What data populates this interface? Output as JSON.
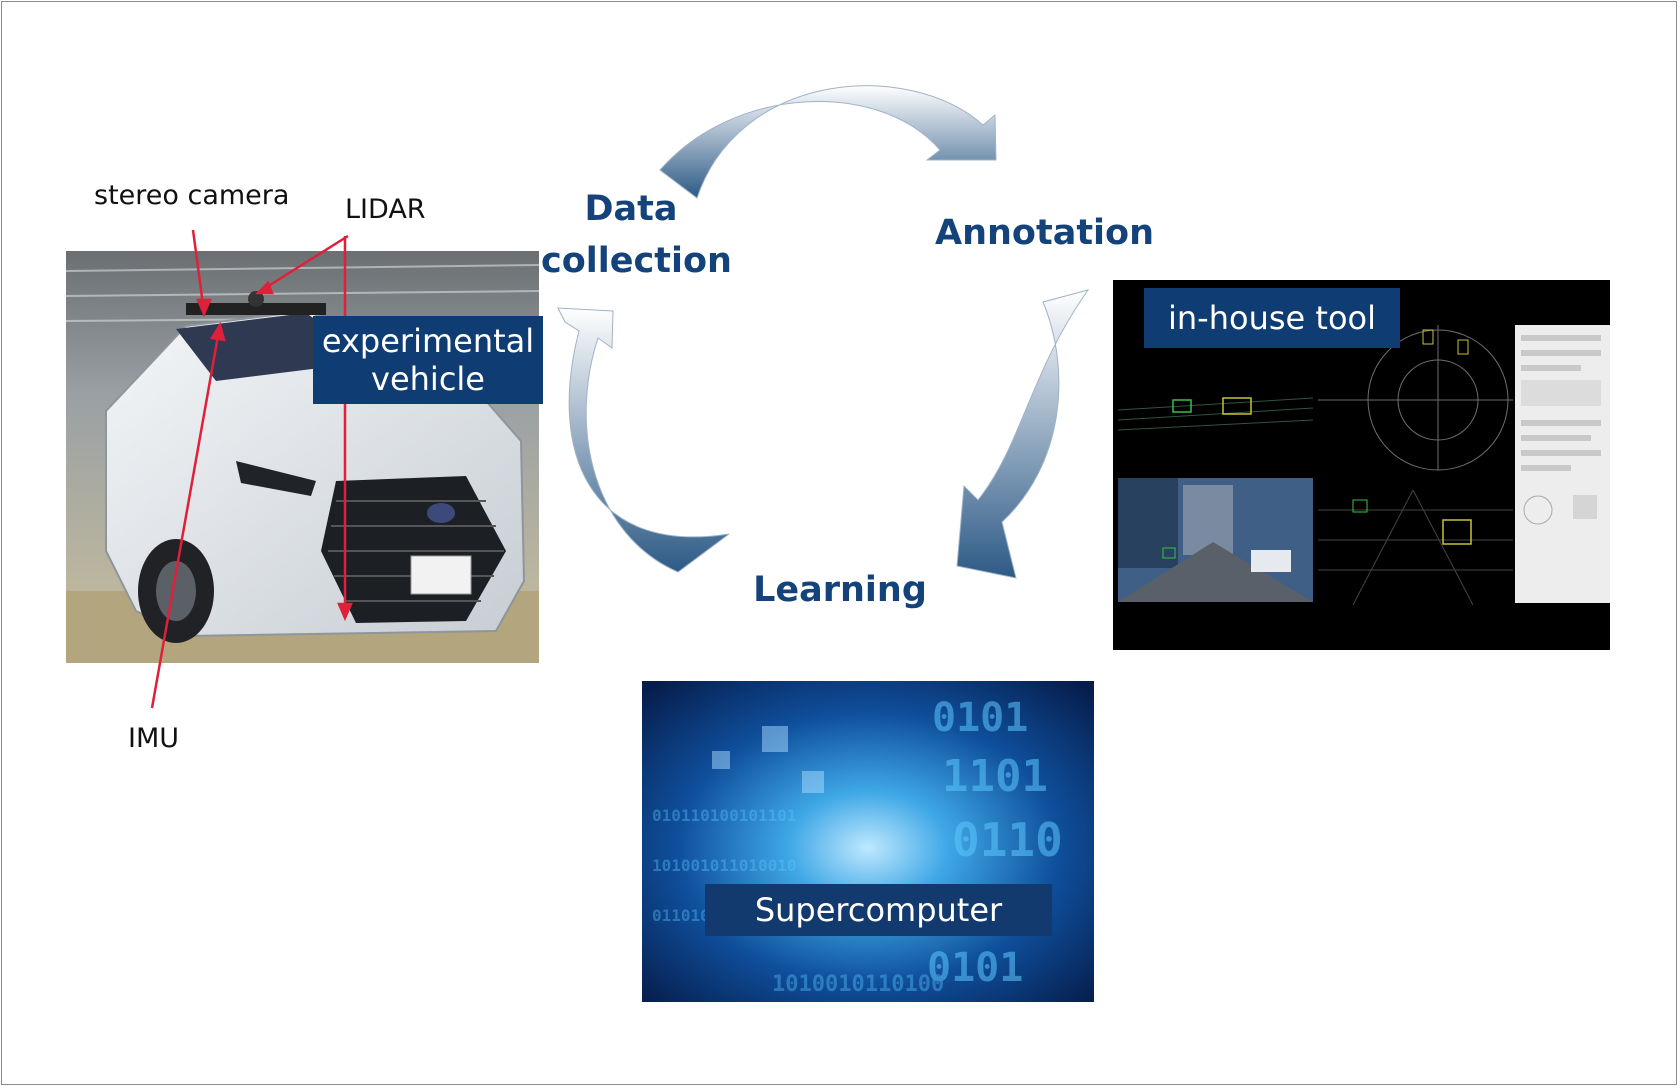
{
  "sensors": {
    "stereo_camera": "stereo camera",
    "lidar": "LIDAR",
    "imu": "IMU"
  },
  "vehicle_caption": {
    "line1": "experimental",
    "line2": "vehicle"
  },
  "cycle": {
    "data_collection_line1": "Data",
    "data_collection_line2": "collection",
    "annotation": "Annotation",
    "learning": "Learning"
  },
  "tool_caption": "in-house tool",
  "supercomputer_caption": "Supercomputer",
  "colors": {
    "label_blue": "#14427a",
    "banner_navy": "#0f3c73",
    "pointer_red": "#e0203a",
    "arrow_dark": "#2d5a86",
    "arrow_light": "#ffffff"
  },
  "icons": [
    "cycle-arrow-top",
    "cycle-arrow-right",
    "cycle-arrow-left"
  ]
}
